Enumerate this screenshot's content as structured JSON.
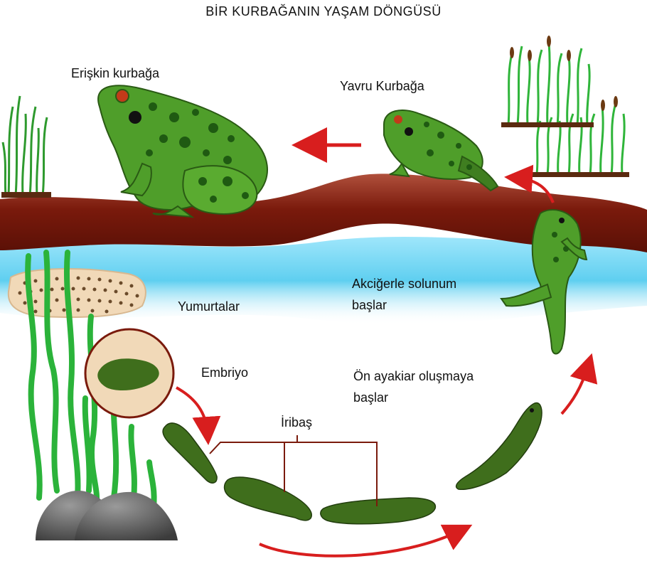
{
  "title": "BİR KURBAĞANIN YAŞAM DÖNGÜSÜ",
  "labels": {
    "adult_frog": "Erişkin kurbağa",
    "young_frog": "Yavru Kurbağa",
    "eggs": "Yumurtalar",
    "lung_breathing_line1": "Akciğerle solunum",
    "lung_breathing_line2": "başlar",
    "embryo": "Embriyo",
    "front_legs_line1": "Ön ayakiar oluşmaya",
    "front_legs_line2": "başlar",
    "tadpole": "İribaş"
  },
  "colors": {
    "frog_green": "#4f9e2a",
    "frog_spot": "#1f5a12",
    "soil": "#7a1a0c",
    "water": "#6fd2f0",
    "arrow": "#d81e1e",
    "egg": "#f1d9b8",
    "tadpole": "#3f6e1c",
    "reed": "#2bb33a",
    "rock": "#555555"
  }
}
